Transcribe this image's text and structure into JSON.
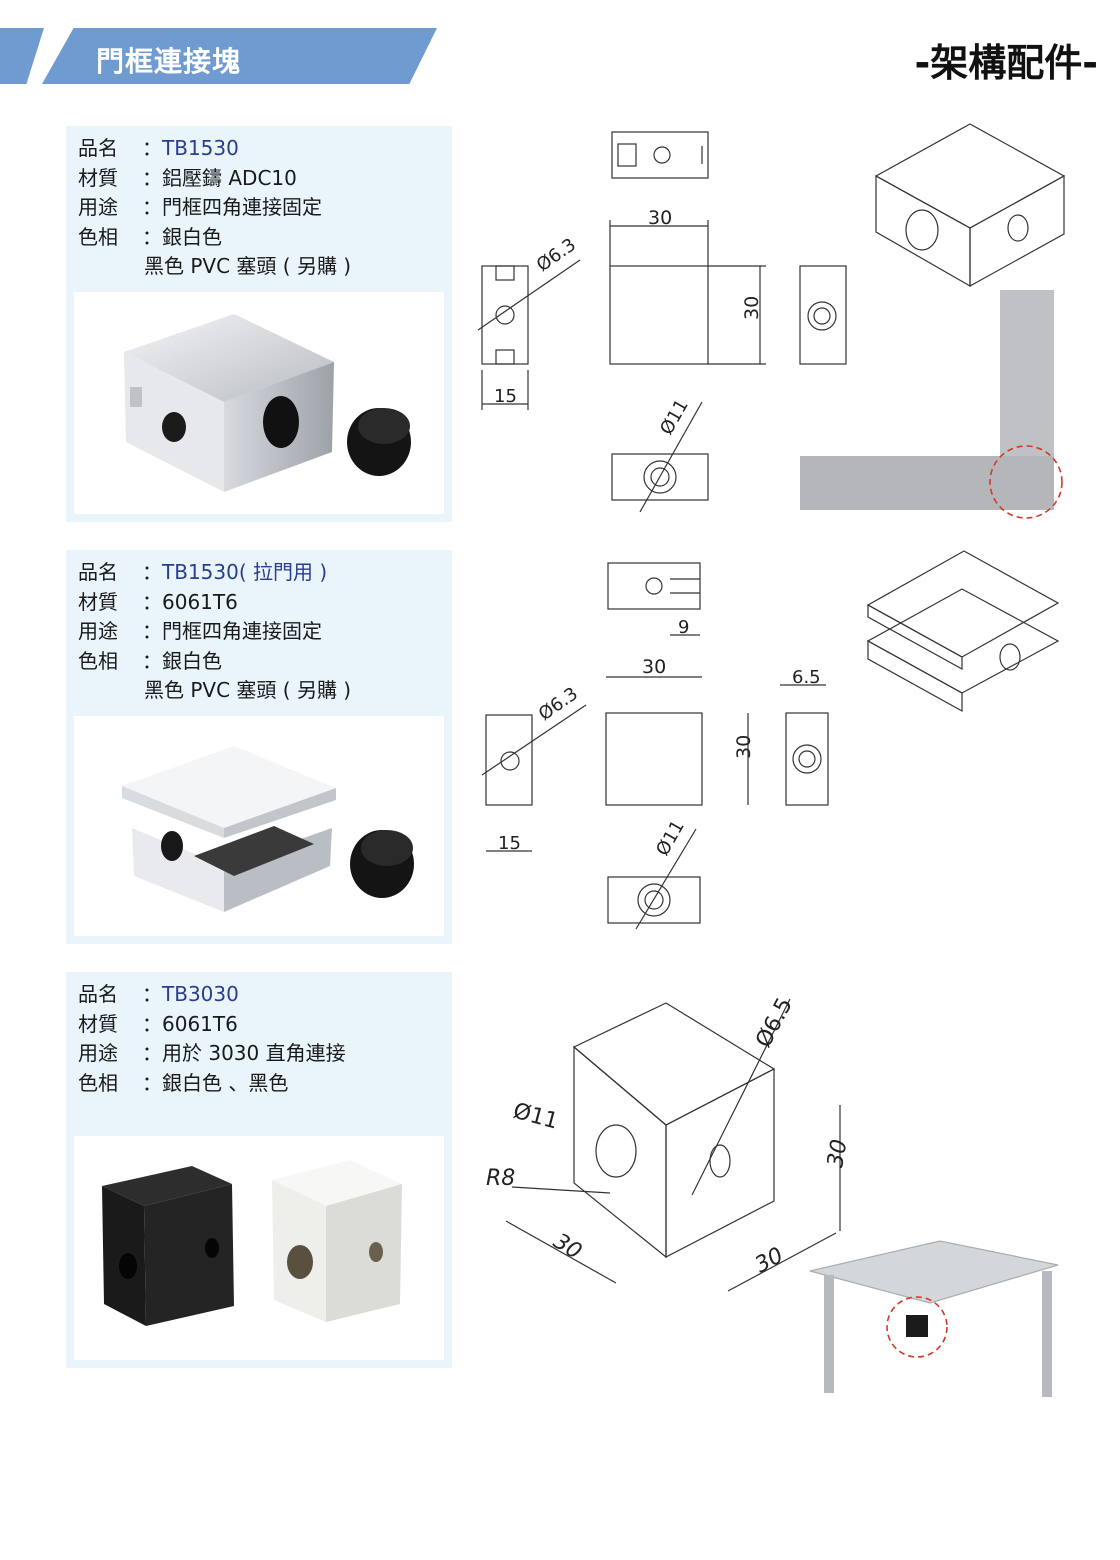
{
  "header": {
    "title": "門框連接塊",
    "category": "-架構配件-"
  },
  "products": [
    {
      "specs": [
        {
          "key": "品名",
          "value": "TB1530"
        },
        {
          "key": "材質",
          "value": "鋁壓鑄 ADC10"
        },
        {
          "key": "用途",
          "value": "門框四角連接固定"
        },
        {
          "key": "色相",
          "value": "銀白色"
        }
      ],
      "extra": "黑色 PVC 塞頭 ( 另購 )",
      "dims": {
        "width": "30",
        "height": "30",
        "depth": "15",
        "hole_small": "Ø6.3",
        "hole_large": "Ø11"
      }
    },
    {
      "specs": [
        {
          "key": "品名",
          "value": "TB1530( 拉門用 )"
        },
        {
          "key": "材質",
          "value": "6061T6"
        },
        {
          "key": "用途",
          "value": "門框四角連接固定"
        },
        {
          "key": "色相",
          "value": "銀白色"
        }
      ],
      "extra": "黑色 PVC 塞頭 ( 另購 )",
      "dims": {
        "width": "30",
        "height": "30",
        "depth": "15",
        "slot": "9",
        "side": "6.5",
        "hole_small": "Ø6.3",
        "hole_large": "Ø11"
      }
    },
    {
      "specs": [
        {
          "key": "品名",
          "value": "TB3030"
        },
        {
          "key": "材質",
          "value": "6061T6"
        },
        {
          "key": "用途",
          "value": "用於 3030 直角連接"
        },
        {
          "key": "色相",
          "value": "銀白色 、黑色"
        }
      ],
      "dims": {
        "hole_large": "Ø11",
        "hole_small": "Ø6.5",
        "radius": "R8",
        "width_a": "30",
        "width_b": "30",
        "height": "30"
      }
    }
  ],
  "colors": {
    "banner": "#6f9bd0",
    "panel": "#e9f4fb",
    "model_text": "#2a3d8e",
    "highlight": "#d23a2a"
  }
}
